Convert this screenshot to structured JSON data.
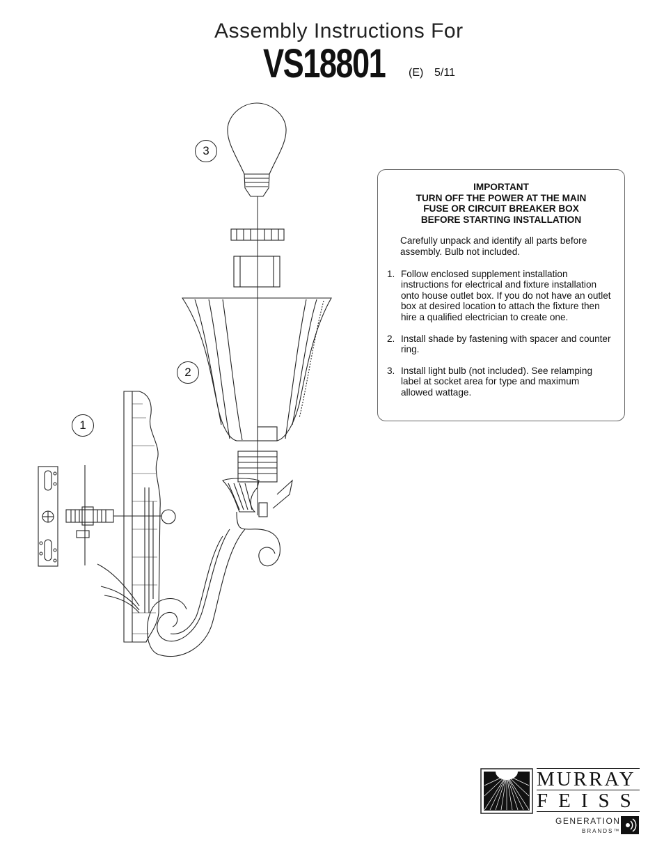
{
  "header": {
    "title": "Assembly Instructions For",
    "model": "VS18801",
    "revision": "(E)",
    "date": "5/11"
  },
  "callouts": [
    "1",
    "2",
    "3"
  ],
  "instructions": {
    "heading": [
      "IMPORTANT",
      "TURN OFF THE POWER AT THE MAIN",
      "FUSE OR CIRCUIT BREAKER BOX",
      "BEFORE STARTING INSTALLATION"
    ],
    "intro": "Carefully unpack and identify all parts before assembly.  Bulb not included.",
    "steps": [
      {
        "num": "1.",
        "text": "Follow enclosed supplement installation instructions for electrical and fixture installation onto house outlet box. If you do not have an outlet box at desired location to attach the fixture then hire a qualified electrician to create one."
      },
      {
        "num": "2.",
        "text": "Install shade by fastening with spacer and counter ring."
      },
      {
        "num": "3.",
        "text": "Install light bulb (not included).  See relamping label at socket area for type and maximum allowed wattage."
      }
    ]
  },
  "brand": {
    "line1": "MURRAY",
    "line2": "FEISS",
    "sub1": "GENERATION",
    "sub2": "BRANDS™"
  }
}
